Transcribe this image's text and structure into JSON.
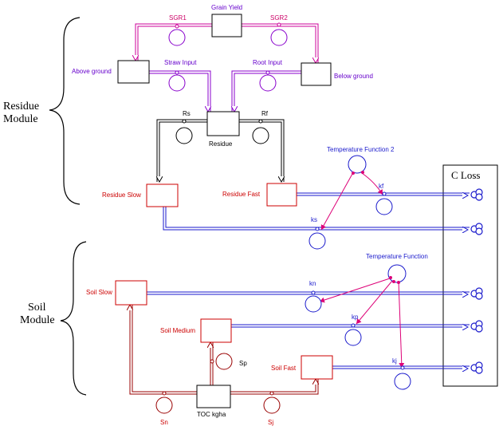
{
  "modules": {
    "residue": [
      "Residue",
      "Module"
    ],
    "soil": [
      "Soil",
      "Module"
    ]
  },
  "sink_box": {
    "label": "C Loss"
  },
  "stocks": {
    "grain_yield": "Grain Yield",
    "above_ground": "Above ground",
    "below_ground": "Below ground",
    "residue": "Residue",
    "residue_slow": "Residue Slow",
    "residue_fast": "Residue Fast",
    "soil_slow": "Soil Slow",
    "soil_medium": "Soil Medium",
    "soil_fast": "Soil Fast",
    "toc": "TOC kgha"
  },
  "converters": {
    "sgr1": "SGR1",
    "sgr2": "SGR2",
    "straw_input": "Straw Input",
    "root_input": "Root Input",
    "rs": "Rs",
    "rf": "Rf",
    "temp_function_2": "Temperature Function 2",
    "kf": "kf",
    "ks": "ks",
    "temp_function": "Temperature Function",
    "kn": "kn",
    "kp": "kp",
    "kj": "kj",
    "sp": "Sp",
    "sn": "Sn",
    "sj": "Sj"
  },
  "colors": {
    "grain_flow": "#cc0099",
    "biomass_flow": "#8800cc",
    "residue_flow": "#000000",
    "decay_flow": "#1a1acc",
    "soil_flow": "#990000",
    "connector": "#dd0077",
    "cloud": "#1a1acc"
  }
}
